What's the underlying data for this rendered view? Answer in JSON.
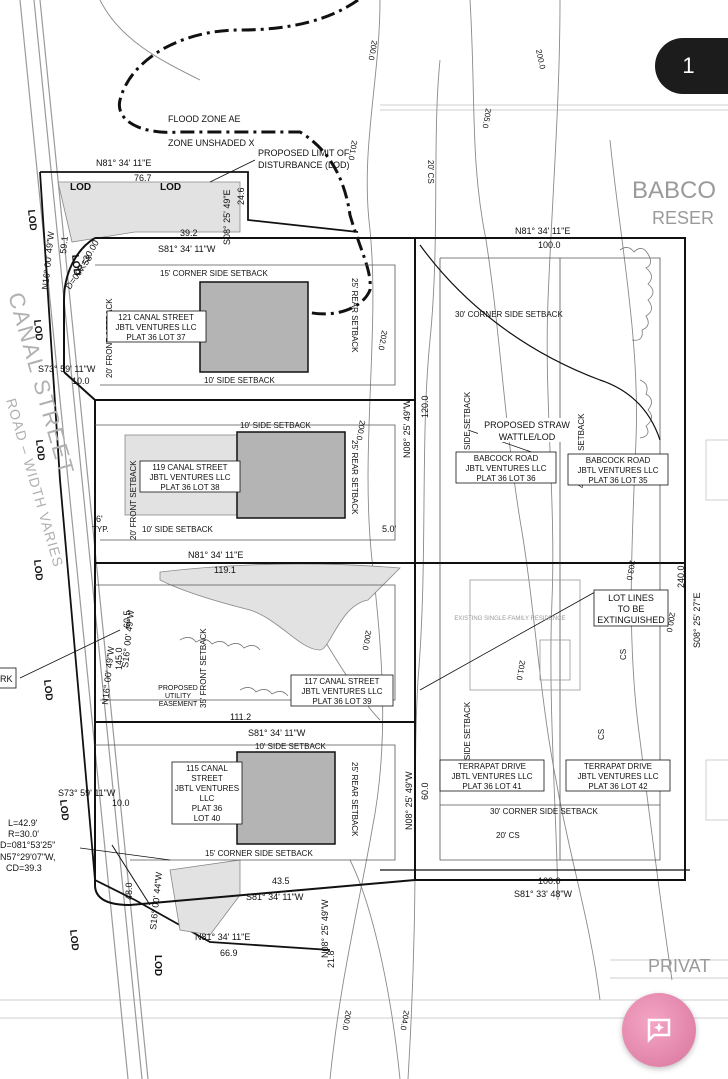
{
  "page_indicator": "1",
  "labels": {
    "flood_zone": "FLOOD ZONE AE",
    "zone_unshaded": "ZONE UNSHADED X",
    "lod_note_1": "PROPOSED LIMIT OF",
    "lod_note_2": "DISTURBANCE (LOD)",
    "street_name": "CANAL STREET",
    "street_width": "ROAD – WIDTH VARIES",
    "babcock_reserve_1": "BABCO",
    "babcock_reserve_2": "RESER",
    "private": "PRIVAT",
    "lod": "LOD",
    "straw_wattle_1": "PROPOSED STRAW",
    "straw_wattle_2": "WATTLE/LOD",
    "lot_lines_1": "LOT LINES",
    "lot_lines_2": "TO BE",
    "lot_lines_3": "EXTINGUISHED",
    "utility_1": "PROPOSED",
    "utility_2": "UTILITY",
    "utility_3": "EASEMENT",
    "existing_dwelling": "EXISTING SINGLE-FAMILY RESIDENCE",
    "curve_L": "L=42.9'",
    "curve_R": "R=30.0'",
    "curve_D": "D=081°53'25\"",
    "curve_CB": "N57°29'07\"W,",
    "curve_CD": "CD=39.3",
    "rk": "RK"
  },
  "lots": [
    {
      "line1": "121 CANAL STREET",
      "line2": "JBTL VENTURES LLC",
      "line3": "PLAT 36 LOT 37"
    },
    {
      "line1": "119 CANAL STREET",
      "line2": "JBTL VENTURES LLC",
      "line3": "PLAT 36 LOT 38"
    },
    {
      "line1": "117 CANAL STREET",
      "line2": "JBTL VENTURES LLC",
      "line3": "PLAT 36 LOT 39"
    },
    {
      "line1": "115 CANAL",
      "line2": "STREET",
      "line3": "JBTL VENTURES",
      "line4": "LLC",
      "line5": "PLAT 36",
      "line6": "LOT 40"
    },
    {
      "line1": "BABCOCK ROAD",
      "line2": "JBTL VENTURES LLC",
      "line3": "PLAT 36 LOT 36"
    },
    {
      "line1": "BABCOCK ROAD",
      "line2": "JBTL VENTURES LLC",
      "line3": "PLAT 36 LOT 35"
    },
    {
      "line1": "TERRAPAT DRIVE",
      "line2": "JBTL VENTURES LLC",
      "line3": "PLAT 36 LOT 41"
    },
    {
      "line1": "TERRAPAT DRIVE",
      "line2": "JBTL VENTURES LLC",
      "line3": "PLAT 36 LOT 42"
    }
  ],
  "setbacks": {
    "corner_side_15": "15' CORNER SIDE SETBACK",
    "corner_side_30": "30' CORNER SIDE SETBACK",
    "side_10": "10' SIDE SETBACK",
    "rear_25": "25' REAR SETBACK",
    "rear_40": "40' REAR SETBACK",
    "front_20": "20' FRONT SETBACK",
    "front_35": "35' FRONT SETBACK",
    "side_generic": "SIDE SETBACK"
  },
  "bearings": {
    "n81_top": "N81° 34' 11\"E",
    "n81_mid": "N81° 34' 11\"E",
    "n81_right": "N81° 34' 11\"E",
    "n81_bottom": "N81° 34' 11\"E",
    "s81_top": "S81° 34' 11\"W",
    "s81_lower": "S81° 34' 11\"W",
    "s81_bottom": "S81° 34' 11\"W",
    "s81_33": "S81° 33' 48\"W",
    "s08_top": "S08° 25' 49\"E",
    "s08_right": "S08° 25' 27\"E",
    "n08_center": "N08° 25' 49\"W",
    "n08_lower": "N08° 25' 49\"W",
    "n08_bottom": "N08° 25' 49\"W",
    "n16_top": "N16° 00' 49\"W",
    "n16_mid": "N16° 00' 49\"W",
    "s16_mid": "S16° 00' 49\"W",
    "s16_bottom": "S16° 00' 44\"W",
    "s73_top": "S73° 59' 11\"W",
    "s73_bottom": "S73° 59' 11\"W"
  },
  "distances": {
    "d76_7": "76.7",
    "d24_6": "24.6",
    "d39_2": "39.2",
    "d100_top": "100.0",
    "d120": "120.0",
    "d240": "240.0",
    "d119_1": "119.1",
    "d111_2": "111.2",
    "d43_5": "43.5",
    "d100_bottom": "100.0",
    "d66_9": "66.9",
    "d10_a": "10.0",
    "d10_b": "10.0",
    "d145": "145.0",
    "d60_5": "60.5",
    "d60": "60.0",
    "d48": "48.0",
    "d21_8": "21.8",
    "d59_1": "59.1",
    "d5": "5.0'",
    "curve_r": "R=30.00",
    "curve_d": "D=097.58",
    "d6_typ": "6'",
    "typ": "TYP."
  },
  "contours": {
    "c200": "200.0",
    "c201": "201.0",
    "c202": "202.0",
    "c203": "203.0",
    "c204": "204.0",
    "c205": "205.0",
    "cs20": "20' CS",
    "cs": "CS"
  }
}
